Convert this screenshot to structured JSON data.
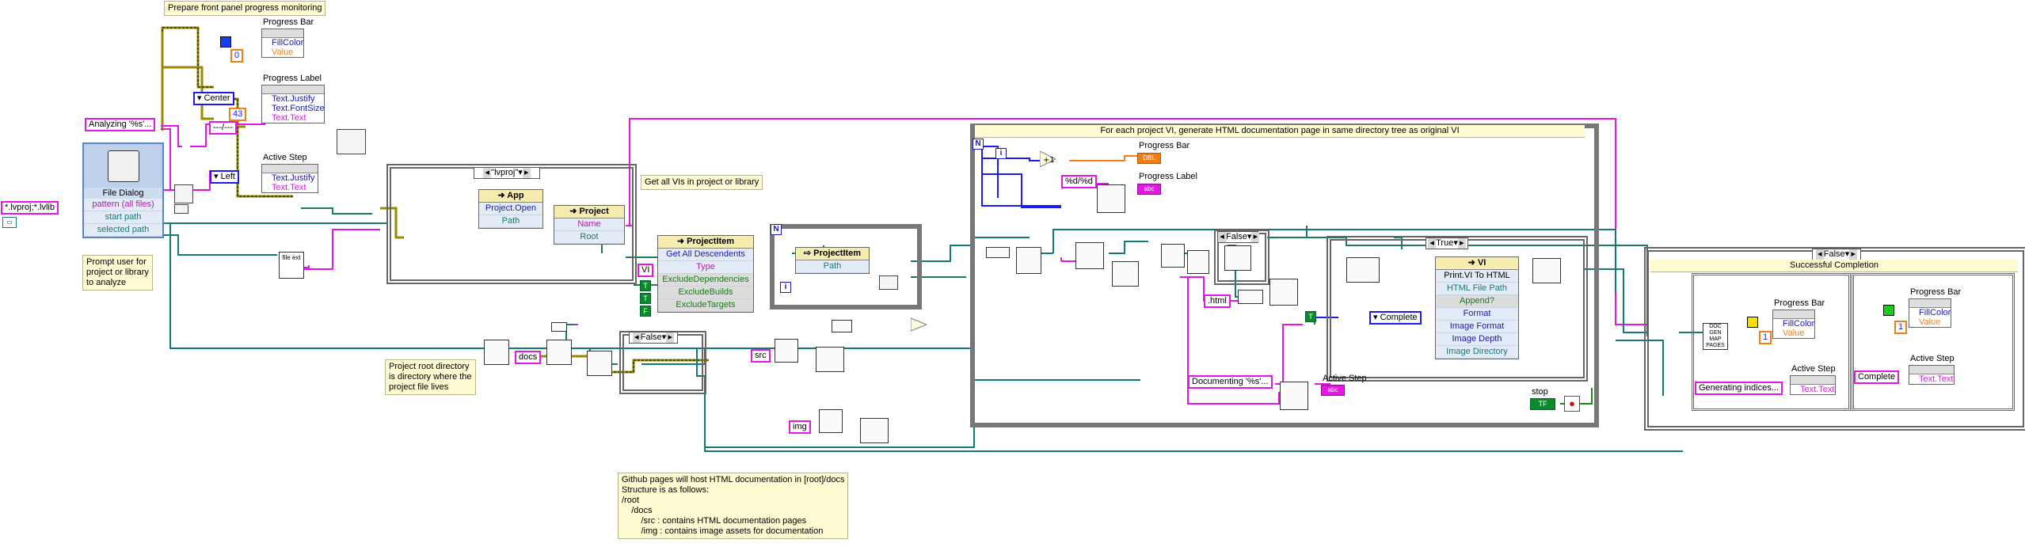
{
  "notes": {
    "prepare": "Prepare front panel progress monitoring",
    "prompt": "Prompt user for\nproject or library\nto analyze",
    "get_vis": "Get all VIs in project or library",
    "root_dir": "Project root directory\nis directory where the\nproject file lives",
    "github": "Github pages will host HTML documentation in [root]/docs\nStructure is as follows:\n/root\n    /docs\n        /src : contains HTML documentation pages\n        /img : contains image assets for documentation"
  },
  "progress_bar_top": {
    "label": "Progress Bar",
    "prop1": "FillColor",
    "prop2": "Value",
    "num": "0"
  },
  "progress_label_top": {
    "label": "Progress Label",
    "prop1": "Text.Justify",
    "prop2": "Text.FontSize",
    "prop3": "Text.Text",
    "enum": "Center",
    "num": "43",
    "str": "---/---"
  },
  "active_step_top": {
    "label": "Active Step",
    "prop1": "Text.Justify",
    "prop2": "Text.Text",
    "enum": "Left"
  },
  "analyzing_str": "Analyzing '%s'...",
  "file_dialog": {
    "title": "File Dialog",
    "rows": [
      "pattern (all files)",
      "start path",
      "selected path"
    ],
    "pattern_const": "*.lvproj;*.lvlib"
  },
  "case_lvproj": {
    "selector": "\"lvproj\""
  },
  "app_node": {
    "class": "App",
    "method": "Project.Open",
    "arg": "Path"
  },
  "project_node": {
    "class": "Project",
    "props": [
      "Name",
      "Root"
    ]
  },
  "projectitem_node": {
    "class": "ProjectItem",
    "method": "Get All Descendents",
    "args": [
      "Type",
      "ExcludeDependencies",
      "ExcludeBuilds",
      "ExcludeTargets"
    ],
    "vi_const": "VI"
  },
  "projectitem_loop": {
    "class": "ProjectItem",
    "prop": "Path",
    "n": "N",
    "i": "i"
  },
  "file_ext": "file ext",
  "docs_const": "docs",
  "case_false_docs": {
    "selector": "False"
  },
  "src_const": "src",
  "img_const": "img",
  "main_loop": {
    "title": "For each project VI, generate HTML documentation page in same directory tree as original VI",
    "progress_bar": "Progress Bar",
    "progress_label": "Progress Label",
    "fmt_str": "%d/%d",
    "dbl_ind": "DBL",
    "str_ind": "abc",
    "i": "i"
  },
  "case_false_inner": {
    "selector": "False"
  },
  "html_const": ".html",
  "case_true": {
    "selector": "True"
  },
  "vi_node": {
    "class": "VI",
    "method": "Print.VI To HTML",
    "args": [
      "HTML File Path",
      "Append?",
      "Format",
      "Image Format",
      "Image Depth",
      "Image Directory"
    ]
  },
  "complete_enum": "Complete",
  "documenting_str": "Documenting '%s'...",
  "active_step_loop": {
    "label": "Active Step"
  },
  "stop": {
    "label": "stop",
    "value": "TF"
  },
  "final_case": {
    "selector": "False",
    "title": "Successful Completion",
    "progress_bar_a": {
      "label": "Progress Bar",
      "prop1": "FillColor",
      "prop2": "Value",
      "num": "1"
    },
    "active_step_a": {
      "label": "Active Step",
      "prop": "Text.Text",
      "str": "Generating indices..."
    },
    "progress_bar_b": {
      "label": "Progress Bar",
      "prop1": "FillColor",
      "prop2": "Value",
      "num": "1"
    },
    "active_step_b": {
      "label": "Active Step",
      "prop": "Text.Text",
      "str": "Complete"
    },
    "docs_subvi": "DOC\nGEN\nMAP\nPAGES"
  },
  "colors": {
    "string_wire": "#e617e6",
    "path_wire": "#137a7a",
    "ref_wire": "#1f7a5a",
    "error_wire": "#9a8a00",
    "number_wire": "#1a1af0",
    "bool_wire": "#1a8a1a",
    "fill_blue": "#1340f0",
    "fill_green": "#22c822",
    "fill_yellow": "#f2e000"
  }
}
